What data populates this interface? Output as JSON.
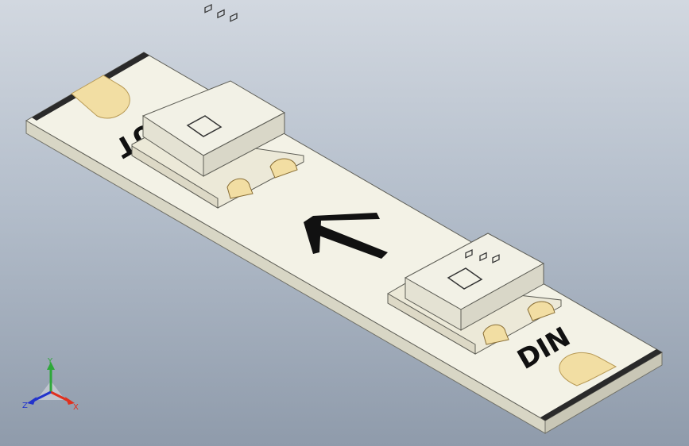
{
  "model": {
    "silkscreen_out": "DOUT",
    "silkscreen_in": "DIN"
  },
  "triad": {
    "x_label": "X",
    "y_label": "Y",
    "z_label": "Z",
    "x_color": "#e0301e",
    "y_color": "#2ea83a",
    "z_color": "#2233cc"
  },
  "colors": {
    "board_top": "#f3f2e6",
    "board_side": "#e1dfd0",
    "pad": "#f2dea3",
    "led_body": "#f1f0e4",
    "arrow": "#111111"
  }
}
